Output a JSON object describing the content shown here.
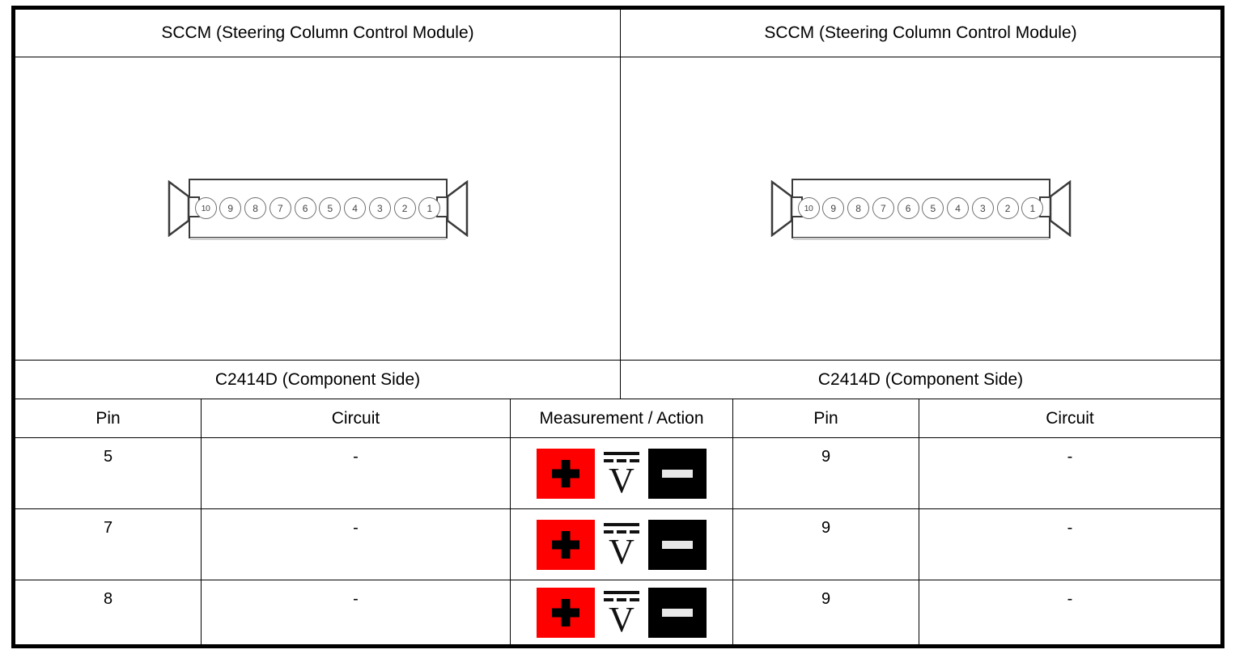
{
  "document": {
    "type": "connector-pinout-test-table"
  },
  "header": {
    "left_title": "SCCM (Steering Column Control Module)",
    "right_title": "SCCM (Steering Column Control Module)"
  },
  "connectors": {
    "left": {
      "name": "C2414D",
      "pins": [
        "10",
        "9",
        "8",
        "7",
        "6",
        "5",
        "4",
        "3",
        "2",
        "1"
      ]
    },
    "right": {
      "name": "C2414D",
      "pins": [
        "10",
        "9",
        "8",
        "7",
        "6",
        "5",
        "4",
        "3",
        "2",
        "1"
      ]
    }
  },
  "connector_labels": {
    "left": "C2414D (Component Side)",
    "right": "C2414D (Component Side)"
  },
  "table": {
    "columns": {
      "left_pin": "Pin",
      "left_circuit": "Circuit",
      "measurement": "Measurement / Action",
      "right_pin": "Pin",
      "right_circuit": "Circuit"
    },
    "rows": [
      {
        "left_pin": "5",
        "left_circuit": "-",
        "measurement": {
          "positive": "plus-probe-red",
          "mode": "dc-voltage",
          "negative": "minus-probe-black"
        },
        "right_pin": "9",
        "right_circuit": "-"
      },
      {
        "left_pin": "7",
        "left_circuit": "-",
        "measurement": {
          "positive": "plus-probe-red",
          "mode": "dc-voltage",
          "negative": "minus-probe-black"
        },
        "right_pin": "9",
        "right_circuit": "-"
      },
      {
        "left_pin": "8",
        "left_circuit": "-",
        "measurement": {
          "positive": "plus-probe-red",
          "mode": "dc-voltage",
          "negative": "minus-probe-black"
        },
        "right_pin": "9",
        "right_circuit": "-"
      }
    ]
  },
  "icons": {
    "plus_glyph": "+",
    "minus_glyph": "−",
    "voltage_glyph": "V"
  },
  "colors": {
    "positive_probe": "#ff0000",
    "negative_probe": "#000000",
    "border": "#000000",
    "background": "#ffffff"
  }
}
